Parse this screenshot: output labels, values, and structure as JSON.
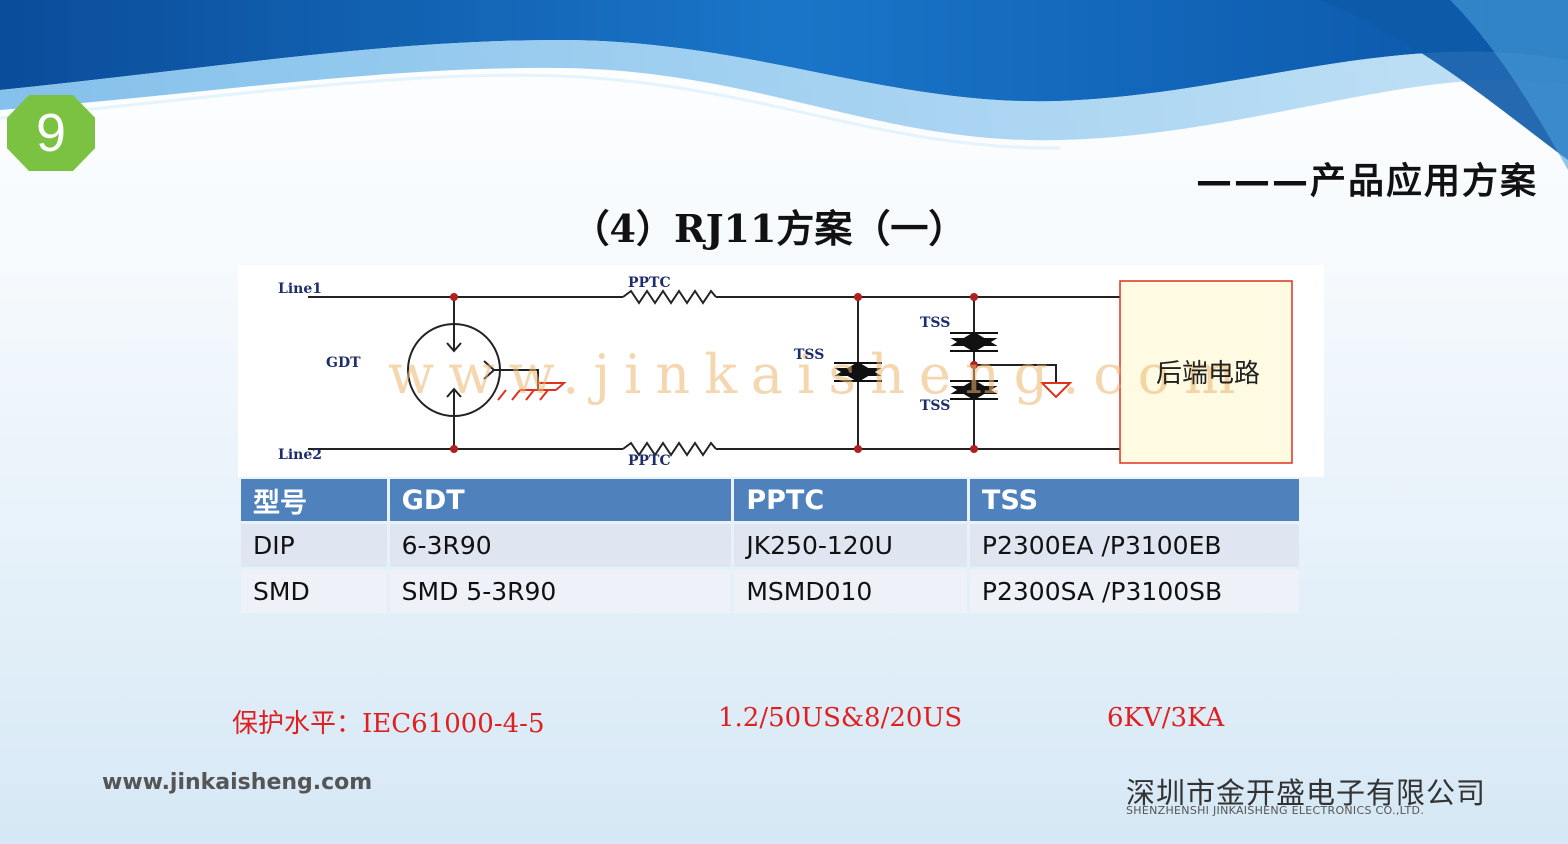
{
  "slide": {
    "number": "9",
    "section_title": "———产品应用方案",
    "title": "（4）RJ11方案（一）"
  },
  "circuit": {
    "labels": {
      "line1": "Line1",
      "line2": "Line2",
      "gdt": "GDT",
      "pptc_top": "PPTC",
      "pptc_bottom": "PPTC",
      "tss_mid": "TSS",
      "tss_top": "TSS",
      "tss_bottom": "TSS"
    },
    "backend": "后端电路",
    "watermark": "www.jinkaisheng.com",
    "colors": {
      "wire": "#222222",
      "node": "#b02020",
      "ground": "#e03020",
      "box_border": "#e03020",
      "box_fill": "#fffbe2"
    }
  },
  "table": {
    "headers": [
      "型号",
      "GDT",
      "PPTC",
      "TSS"
    ],
    "rows": [
      [
        "DIP",
        "6-3R90",
        "JK250-120U",
        "P2300EA /P3100EB"
      ],
      [
        "SMD",
        "SMD 5-3R90",
        "MSMD010",
        "P2300SA /P3100SB"
      ]
    ]
  },
  "protection": {
    "label": "保护水平：IEC61000-4-5",
    "waveform": "1.2/50US&8/20US",
    "level": "6KV/3KA"
  },
  "footer": {
    "website": "www.jinkaisheng.com",
    "company_cn": "深圳市金开盛电子有限公司",
    "company_en": "SHENZHENSHI JINKAISHENG ELECTRONICS CO.,LTD."
  },
  "colors": {
    "badge": "#7cc242",
    "table_header": "#4f81bd",
    "table_row": "#dfe6f1",
    "protection_text": "#e02020"
  }
}
